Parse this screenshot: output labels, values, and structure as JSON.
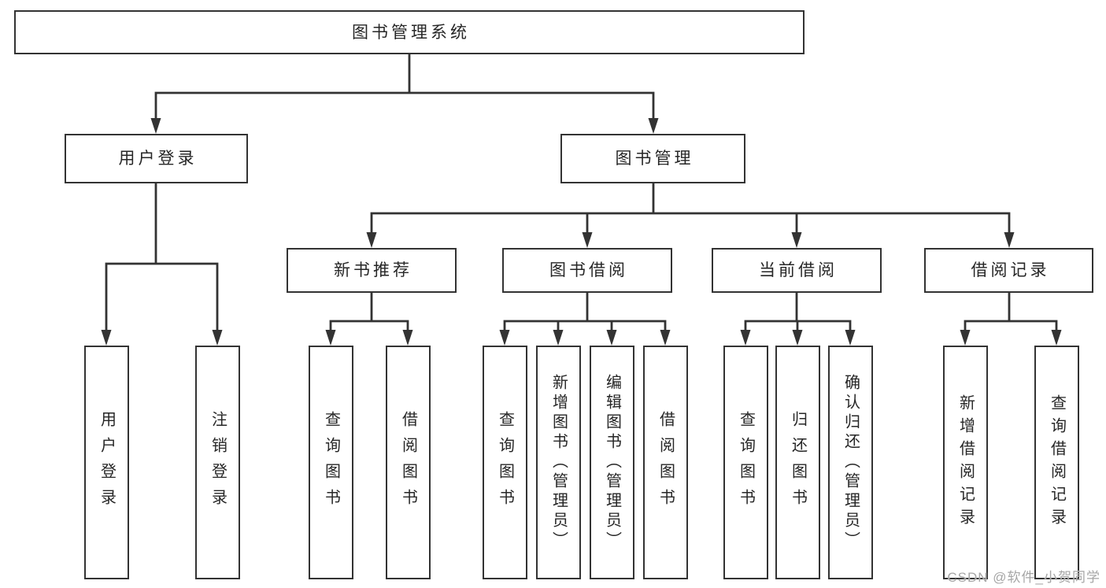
{
  "root": {
    "label": "图书管理系统"
  },
  "level2": [
    {
      "id": "user-login",
      "label": "用户登录"
    },
    {
      "id": "book-management",
      "label": "图书管理"
    }
  ],
  "level3": [
    {
      "id": "new-book-recommend",
      "label": "新书推荐",
      "parent": "图书管理"
    },
    {
      "id": "book-borrow",
      "label": "图书借阅",
      "parent": "图书管理"
    },
    {
      "id": "current-borrow",
      "label": "当前借阅",
      "parent": "图书管理"
    },
    {
      "id": "borrow-records",
      "label": "借阅记录",
      "parent": "图书管理"
    }
  ],
  "leaves": [
    {
      "parent": "用户登录",
      "label": "用户登录"
    },
    {
      "parent": "用户登录",
      "label": "注销登录"
    },
    {
      "parent": "新书推荐",
      "label": "查询图书"
    },
    {
      "parent": "新书推荐",
      "label": "借阅图书"
    },
    {
      "parent": "图书借阅",
      "label": "查询图书"
    },
    {
      "parent": "图书借阅",
      "label": "新增图书（管理员）"
    },
    {
      "parent": "图书借阅",
      "label": "编辑图书（管理员）"
    },
    {
      "parent": "图书借阅",
      "label": "借阅图书"
    },
    {
      "parent": "当前借阅",
      "label": "查询图书"
    },
    {
      "parent": "当前借阅",
      "label": "归还图书"
    },
    {
      "parent": "当前借阅",
      "label": "确认归还（管理员）"
    },
    {
      "parent": "借阅记录",
      "label": "新增借阅记录"
    },
    {
      "parent": "借阅记录",
      "label": "查询借阅记录"
    }
  ],
  "watermark": "CSDN @软件_小贺同学",
  "colors": {
    "line": "#333333",
    "text": "#262626",
    "watermark": "#a6a6a6",
    "background": "#ffffff"
  }
}
